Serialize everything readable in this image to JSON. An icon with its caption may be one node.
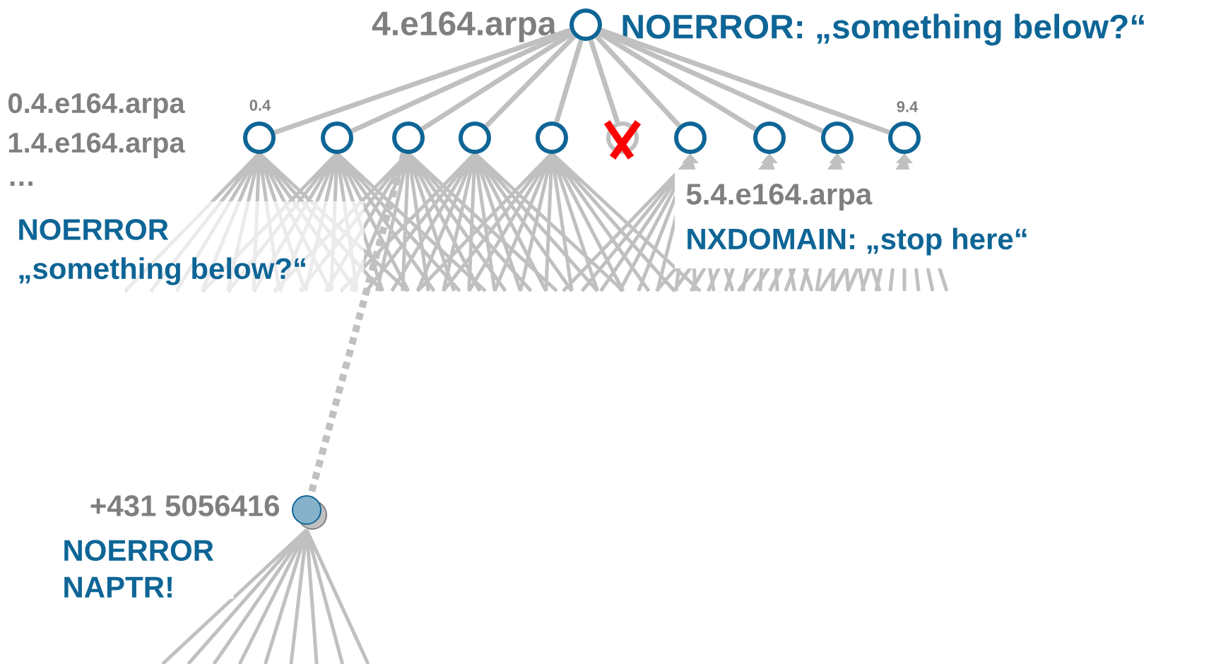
{
  "diagram": {
    "nodes": [
      {
        "text": [],
        "shape": "circle",
        "beside": [
          "4.e164.arpa",
          "NOERROR: „something below?“"
        ]
      },
      {
        "text": [],
        "shape": "circle",
        "beside": [
          "0.4"
        ]
      },
      {
        "text": [],
        "shape": "circle"
      },
      {
        "text": [],
        "shape": "circle"
      },
      {
        "text": [],
        "shape": "circle"
      },
      {
        "text": [],
        "shape": "circle"
      },
      {
        "text": [],
        "shape": "circle"
      },
      {
        "text": [],
        "shape": "circle"
      },
      {
        "text": [],
        "shape": "circle"
      },
      {
        "text": [],
        "shape": "circle"
      },
      {
        "text": [],
        "shape": "circle",
        "beside": [
          "9.4"
        ]
      },
      {
        "text": [],
        "shape": "circle",
        "beside": [
          "+431 5056416",
          "NOERROR NAPTR!"
        ]
      }
    ],
    "edges": [
      {
        "from": 0,
        "to": 1,
        "arrow": "none"
      },
      {
        "from": 0,
        "to": 2,
        "arrow": "none"
      },
      {
        "from": 0,
        "to": 3,
        "arrow": "none"
      },
      {
        "from": 0,
        "to": 4,
        "arrow": "none"
      },
      {
        "from": 0,
        "to": 5,
        "arrow": "none"
      },
      {
        "from": 0,
        "to": 6,
        "arrow": "none"
      },
      {
        "from": 0,
        "to": 7,
        "arrow": "none"
      },
      {
        "from": 0,
        "to": 8,
        "arrow": "none"
      },
      {
        "from": 0,
        "to": 9,
        "arrow": "none"
      },
      {
        "from": 0,
        "to": 10,
        "arrow": "none"
      },
      {
        "from": 3,
        "to": 11,
        "arrow": "none",
        "style": "dashed"
      }
    ],
    "labels": [
      "0.4.e164.arpa",
      "1.4.e164.arpa",
      "…",
      "NOERROR",
      "„something below?“",
      "5.4.e164.arpa",
      "NXDOMAIN: „stop here“"
    ]
  }
}
